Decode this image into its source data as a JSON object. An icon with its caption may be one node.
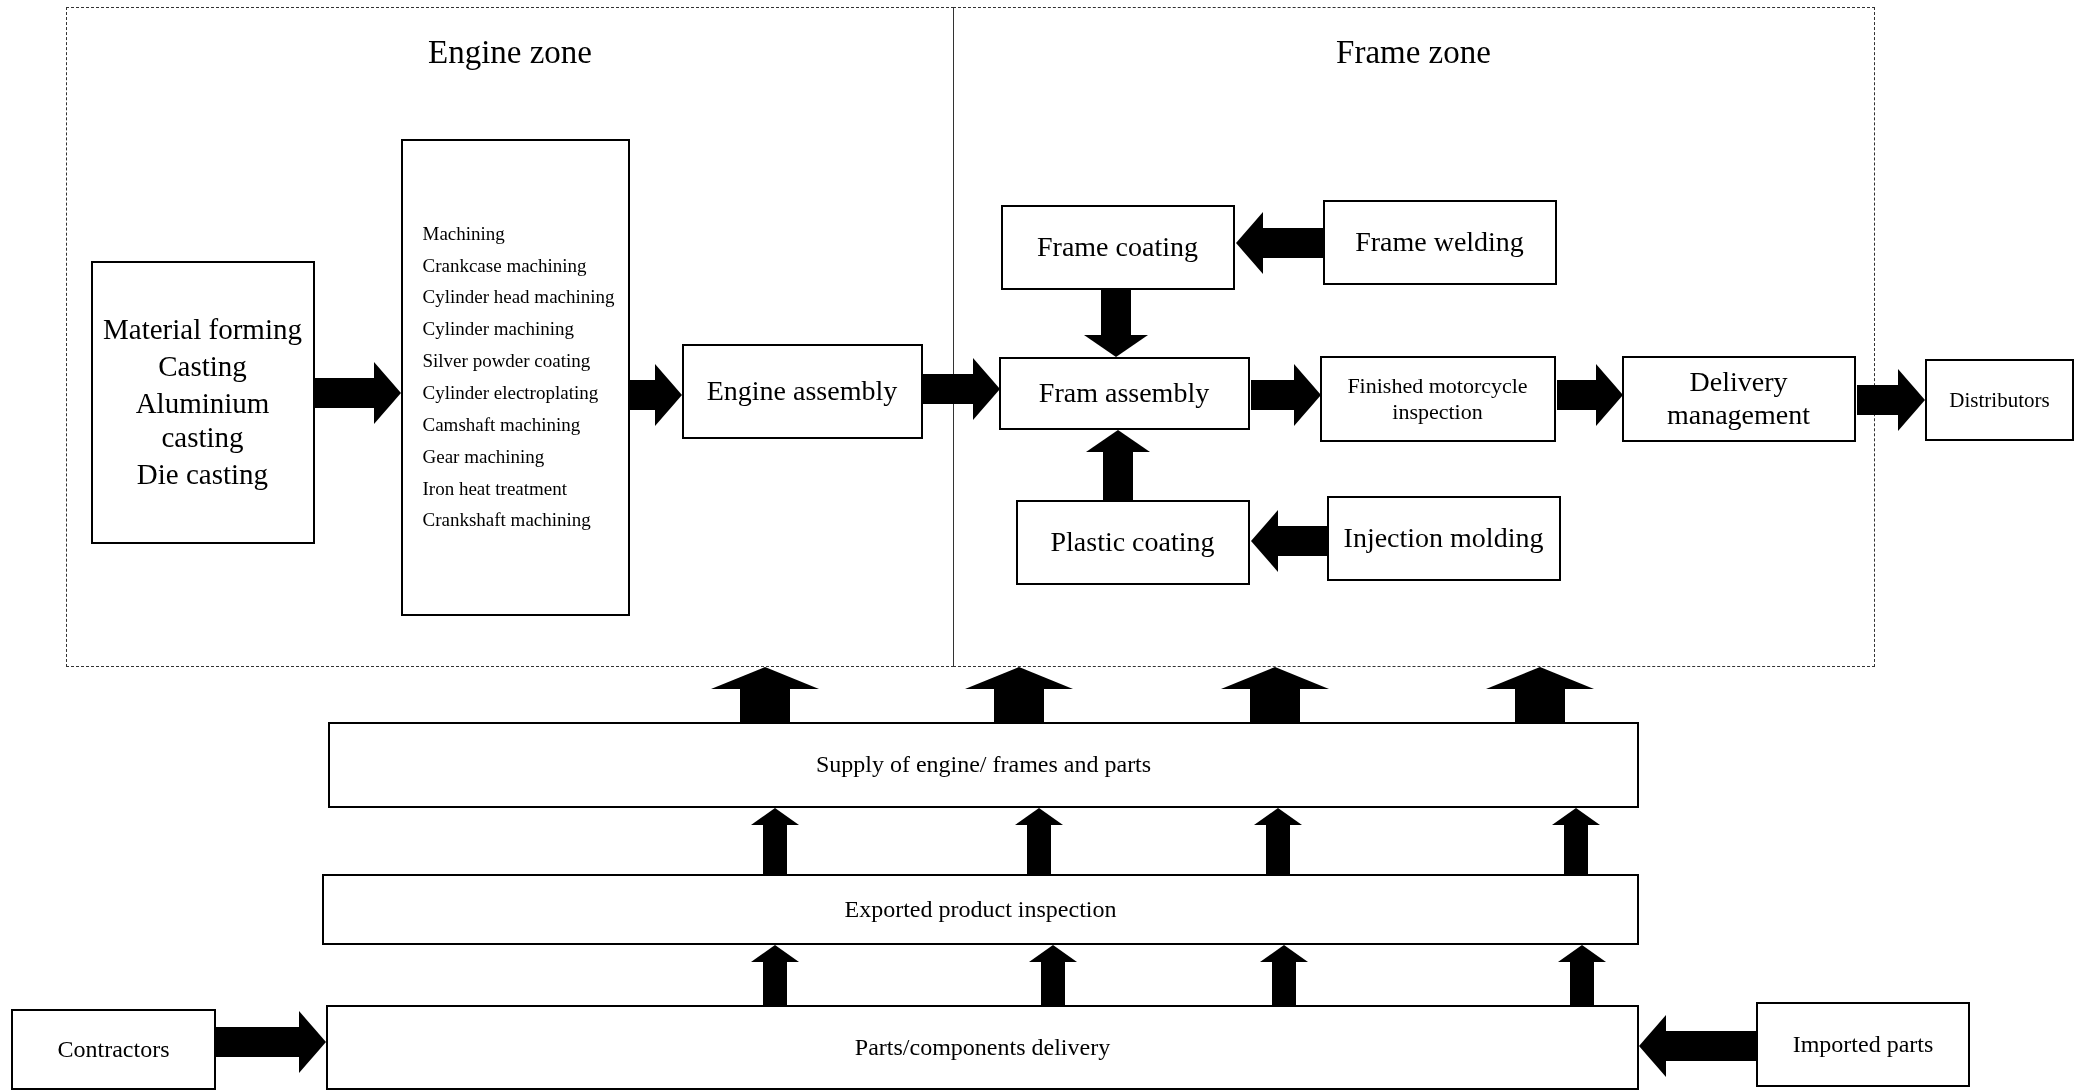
{
  "diagram": {
    "nodes": [
      {
        "text": [
          "Engine zone"
        ]
      },
      {
        "text": [
          "Frame zone"
        ]
      },
      {
        "text": [
          "Material forming",
          "Casting",
          "Aluminium casting",
          "Die casting"
        ],
        "in": 0
      },
      {
        "text": [
          "Machining",
          "Crankcase machining",
          "Cylinder head machining",
          "Cylinder machining",
          "Silver powder coating",
          "Cylinder electroplating",
          "Camshaft machining",
          "Gear machining",
          "Iron heat treatment",
          "Crankshaft machining"
        ],
        "in": 0
      },
      {
        "text": [
          "Engine assembly"
        ],
        "in": 0
      },
      {
        "text": [
          "Frame coating"
        ],
        "in": 1
      },
      {
        "text": [
          "Frame welding"
        ],
        "in": 1
      },
      {
        "text": [
          "Fram assembly"
        ],
        "in": 1
      },
      {
        "text": [
          "Finished motorcycle inspection"
        ],
        "in": 1
      },
      {
        "text": [
          "Delivery management"
        ],
        "in": 1
      },
      {
        "text": [
          "Plastic coating"
        ],
        "in": 1
      },
      {
        "text": [
          "Injection molding"
        ],
        "in": 1
      },
      {
        "text": [
          "Distributors"
        ]
      },
      {
        "text": [
          "Supply of engine/ frames and parts"
        ]
      },
      {
        "text": [
          "Exported product inspection"
        ]
      },
      {
        "text": [
          "Contractors"
        ]
      },
      {
        "text": [
          "Parts/components delivery"
        ]
      },
      {
        "text": [
          "Imported parts"
        ]
      }
    ],
    "edges": [
      {
        "from": 2,
        "to": 3,
        "arrow": "to"
      },
      {
        "from": 3,
        "to": 4,
        "arrow": "to"
      },
      {
        "from": 4,
        "to": 7,
        "arrow": "to"
      },
      {
        "from": 6,
        "to": 5,
        "arrow": "to"
      },
      {
        "from": 5,
        "to": 7,
        "arrow": "to"
      },
      {
        "from": 11,
        "to": 10,
        "arrow": "to"
      },
      {
        "from": 10,
        "to": 7,
        "arrow": "to"
      },
      {
        "from": 7,
        "to": 8,
        "arrow": "to"
      },
      {
        "from": 8,
        "to": 9,
        "arrow": "to"
      },
      {
        "from": 9,
        "to": 12,
        "arrow": "to"
      },
      {
        "from": 13,
        "to": 0,
        "arrow": "to"
      },
      {
        "from": 13,
        "to": 1,
        "arrow": "to"
      },
      {
        "from": 13,
        "to": 1,
        "arrow": "to"
      },
      {
        "from": 13,
        "to": 1,
        "arrow": "to"
      },
      {
        "from": 14,
        "to": 13,
        "arrow": "to"
      },
      {
        "from": 14,
        "to": 13,
        "arrow": "to"
      },
      {
        "from": 14,
        "to": 13,
        "arrow": "to"
      },
      {
        "from": 14,
        "to": 13,
        "arrow": "to"
      },
      {
        "from": 16,
        "to": 14,
        "arrow": "to"
      },
      {
        "from": 16,
        "to": 14,
        "arrow": "to"
      },
      {
        "from": 16,
        "to": 14,
        "arrow": "to"
      },
      {
        "from": 16,
        "to": 14,
        "arrow": "to"
      },
      {
        "from": 15,
        "to": 16,
        "arrow": "to"
      },
      {
        "from": 17,
        "to": 16,
        "arrow": "to"
      }
    ]
  }
}
